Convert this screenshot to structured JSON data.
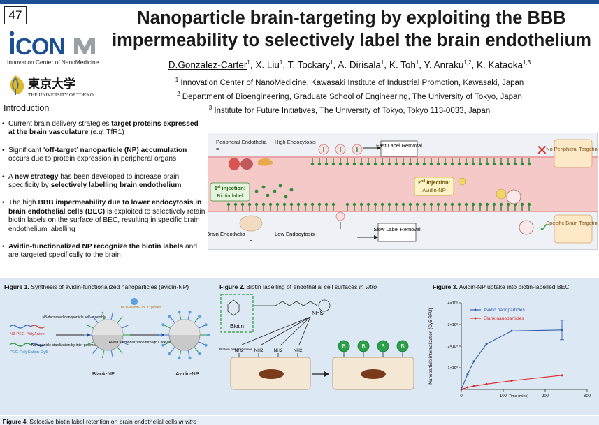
{
  "poster_number": "47",
  "title_line1": "Nanoparticle brain-targeting by exploiting the BBB",
  "title_line2": "impermeability to selectively label the brain endothelium",
  "logos": {
    "iconm_text": "iCONM",
    "iconm_sub": "Innovation Center of NanoMedicine",
    "utokyo_text": "東京大学",
    "utokyo_sub": "THE UNIVERSITY OF TOKYO"
  },
  "authors": [
    {
      "name": "D.Gonzalez-Carter",
      "sup": "1"
    },
    {
      "name": "X. Liu",
      "sup": "1"
    },
    {
      "name": "T. Tockary",
      "sup": "1"
    },
    {
      "name": "A. Dirisala",
      "sup": "1"
    },
    {
      "name": "K. Toh",
      "sup": "1"
    },
    {
      "name": "Y. Anraku",
      "sup": "1,2"
    },
    {
      "name": "K. Kataoka",
      "sup": "1,3"
    }
  ],
  "affiliations": [
    {
      "sup": "1",
      "text": "Innovation Center of NanoMedicine, Kawasaki Institute of Industrial Promotion, Kawasaki, Japan"
    },
    {
      "sup": "2",
      "text": "Department of Bioengineering, Graduate School of Engineering, The University of Tokyo, Japan"
    },
    {
      "sup": "3",
      "text": "Institute for Future Initiatives, The University of Tokyo, Tokyo 113-0033, Japan"
    }
  ],
  "intro": {
    "heading": "Introduction",
    "bullets": [
      [
        {
          "t": "Current brain delivery strategies "
        },
        {
          "t": "target proteins expressed at the brain vasculature",
          "b": true
        },
        {
          "t": " ("
        },
        {
          "t": "e.g.",
          "i": true
        },
        {
          "t": " TfR1)"
        }
      ],
      [
        {
          "t": "Significant "
        },
        {
          "t": "‘off-target’ nanoparticle (NP) accumulation",
          "b": true
        },
        {
          "t": " occurs due to protein expression in peripheral organs"
        }
      ],
      [
        {
          "t": "A "
        },
        {
          "t": "new strategy",
          "b": true
        },
        {
          "t": " has been developed to increase brain specificity by "
        },
        {
          "t": "selectively labelling brain endothelium",
          "b": true
        }
      ],
      [
        {
          "t": "The high "
        },
        {
          "t": "BBB impermeability due to lower endocytosis in brain endothelial cells (BEC)",
          "b": true
        },
        {
          "t": " is exploited to selectively retain biotin labels on the surface of BEC, resulting in specific brain endothelium labelling"
        }
      ],
      [
        {
          "t": "Avidin-functionalized NP recognize  the biotin labels",
          "b": true
        },
        {
          "t": " and are targeted specifically to the brain"
        }
      ]
    ]
  },
  "schematic": {
    "peripheral_label": "Peripheral Endothelia",
    "equals": "=",
    "high_endocytosis": "High Endocytosis",
    "fast_removal": "Fast Label Removal",
    "no_targeting": "No Peripheral Targeting",
    "first_injection_sup": "st",
    "first_injection_num": "1",
    "first_injection": "injection:",
    "first_injection_item": "Biotin label",
    "second_injection_num": "2",
    "second_injection_sup": "nd",
    "second_injection": "injection:",
    "second_injection_item": "Avidin-NP",
    "brain_label": "Brain Endothelia",
    "low_endocytosis": "Low Endocytosis",
    "slow_removal": "Slow Label Removal",
    "specific_targeting": "Specific Brain Targeting"
  },
  "figure1": {
    "caption_num": "Figure 1.",
    "caption": "Synthesis of avidin-functionalized nanoparticles (avidin-NP)",
    "label_peg_anion": "N3-PEG-PolyAnion",
    "label_peg_cation": "PEG-PolyCation-Cy5",
    "step1": "N3-decorated nanoparticle self-assembly",
    "step2": "Nanoparticle stabilization by inter-polymer cross-linking",
    "reagent": "BCN-Avidin-DBCO protein",
    "step3": "Avidin functionalization through Click-chemistry",
    "blank_np": "Blank-NP",
    "avidin_np": "Avidin-NP"
  },
  "figure2": {
    "caption_num": "Figure 2.",
    "caption": "Biotin labelling of endothelial cell surfaces",
    "caption_italic": "in vitro",
    "biotin": "Biotin",
    "nhs": "NHS",
    "amines": [
      "NH2",
      "NH2",
      "NH2",
      "NH2"
    ],
    "protein_label": "Protein primary amines",
    "bead_letter": "B"
  },
  "figure3": {
    "caption_num": "Figure 3.",
    "caption": "Avidin-NP uptake into biotin-labelled BEC"
  },
  "figure4": {
    "caption_num": "Figure 4.",
    "caption": "Selective biotin label retention on brain endothelial cells",
    "caption_italic": "in vitro"
  },
  "chart_data": {
    "type": "line",
    "title": "",
    "xlabel": "Time (mins)",
    "ylabel": "Nanoparticle internalization (Cy5 RFU)",
    "xlim": [
      0,
      300
    ],
    "ylim": [
      0,
      4000000000
    ],
    "x_ticks": [
      "0",
      "100",
      "200",
      "300"
    ],
    "y_ticks": [
      "1×10⁹",
      "2×10⁹",
      "3×10⁹",
      "4×10⁹"
    ],
    "series": [
      {
        "name": "Avidin nanoparticles",
        "color": "#2f5da8",
        "x": [
          0,
          15,
          30,
          60,
          120,
          240
        ],
        "y": [
          0,
          700000000,
          1300000000,
          2100000000,
          2700000000,
          2750000000
        ]
      },
      {
        "name": "Blank nanoparticles",
        "color": "#d92b2b",
        "x": [
          0,
          15,
          30,
          60,
          120,
          240
        ],
        "y": [
          0,
          100000000,
          150000000,
          250000000,
          400000000,
          650000000
        ]
      }
    ],
    "legend": "top-right"
  }
}
